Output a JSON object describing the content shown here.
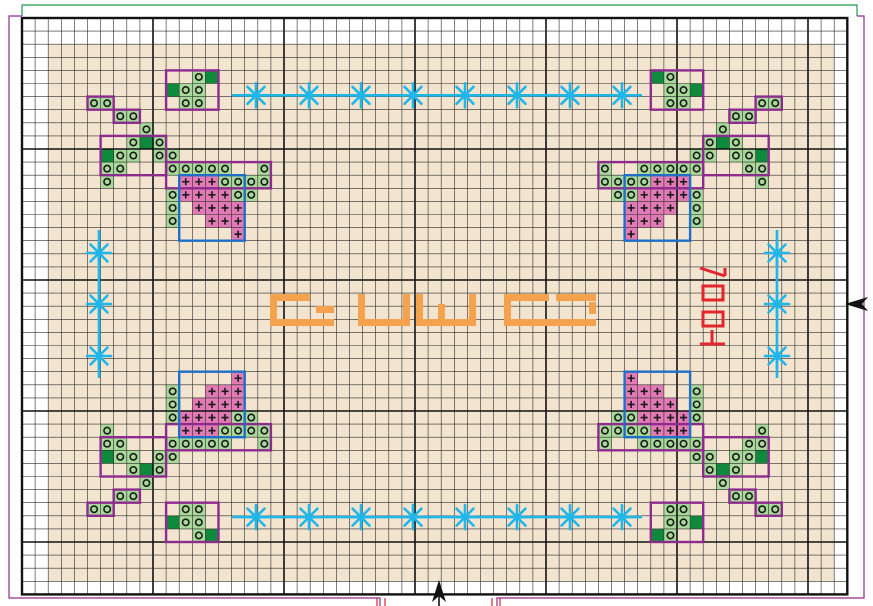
{
  "chart_title": "",
  "colors": {
    "background": "#ffffff",
    "fabric": "#f2e4cf",
    "grid_fine": "#2b2b2b",
    "grid_major": "#111111",
    "light_green": "#a8d89a",
    "dark_green": "#0f8a3c",
    "pink": "#e27ab6",
    "outline_purple": "#8e2b8f",
    "outline_blue": "#1f6ec8",
    "blue_stitch": "#1fb6ea",
    "orange": "#f5a24f",
    "red": "#e3262b",
    "frame_green": "#1e9a4a",
    "frame_purple": "#8e2b8f",
    "frame_red": "#d9262b"
  },
  "stitch_grid": {
    "cols": 63,
    "rows": 44,
    "major_every": 10
  },
  "markers": [
    {
      "name": "center-arrow-bottom",
      "direction": "up"
    },
    {
      "name": "center-arrow-right",
      "direction": "left"
    }
  ],
  "motifs": {
    "corner_flower": "flower-sprig",
    "snowflake_row": "blue-star-chain",
    "center_text": "orange-lettering",
    "side_text": "red-lettering"
  }
}
